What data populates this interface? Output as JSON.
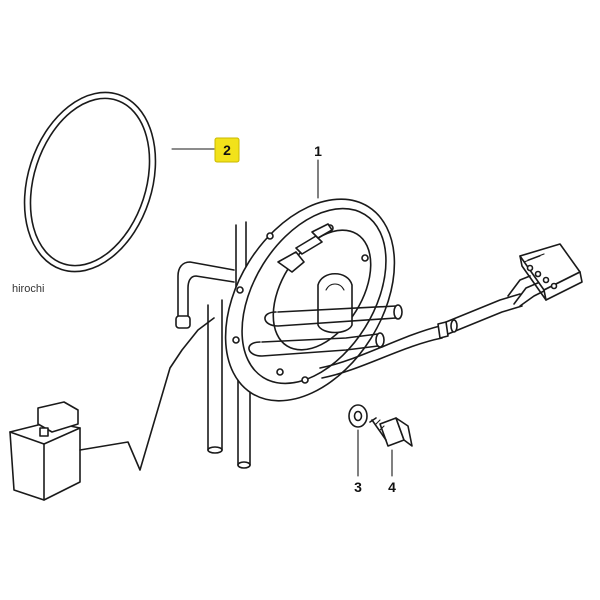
{
  "watermark": "hirochi",
  "highlight_color": "#f2e21a",
  "callouts": [
    {
      "id": "1",
      "label": "1"
    },
    {
      "id": "2",
      "label": "2",
      "highlighted": true
    },
    {
      "id": "3",
      "label": "3"
    },
    {
      "id": "4",
      "label": "4"
    }
  ]
}
